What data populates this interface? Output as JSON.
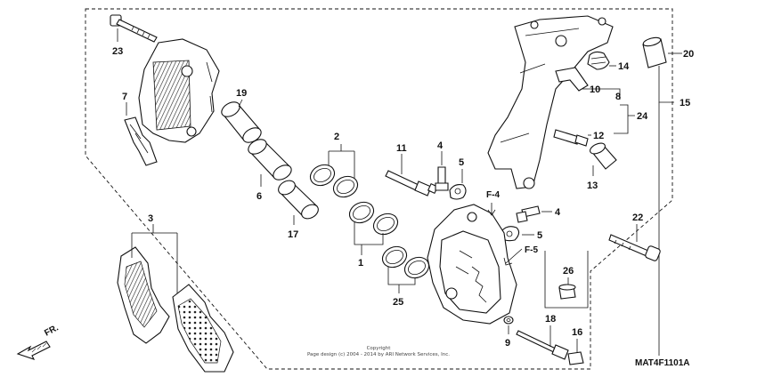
{
  "diagram": {
    "callouts": {
      "c1": "1",
      "c2": "2",
      "c3": "3",
      "c4a": "4",
      "c4b": "4",
      "c5a": "5",
      "c5b": "5",
      "c6": "6",
      "c7": "7",
      "c8": "8",
      "c9": "9",
      "c10": "10",
      "c11": "11",
      "c12": "12",
      "c13": "13",
      "c14": "14",
      "c15": "15",
      "c16": "16",
      "c17": "17",
      "c18": "18",
      "c19": "19",
      "c20": "20",
      "c22": "22",
      "c23": "23",
      "c24": "24",
      "c25": "25",
      "c26": "26"
    },
    "references": {
      "f4": "F-4",
      "f5": "F-5"
    },
    "direction_label": "FR.",
    "copyright_line1": "Copyright",
    "copyright_line2": "Page design (c) 2004 - 2014 by ARI Network Services, Inc.",
    "diagram_code": "MAT4F1101A"
  }
}
